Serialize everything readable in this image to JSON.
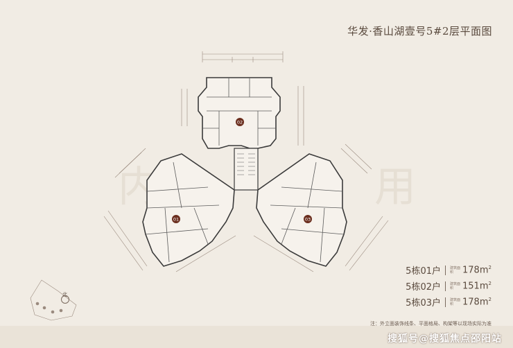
{
  "title": "华发·香山湖壹号5#2层平面图",
  "watermark": [
    "内",
    "用"
  ],
  "units": [
    {
      "id": "01",
      "name": "5栋01户",
      "area_label": "建筑面积",
      "area": "178m",
      "area_sup": "2"
    },
    {
      "id": "02",
      "name": "5栋02户",
      "area_label": "建筑面积",
      "area": "151m",
      "area_sup": "2"
    },
    {
      "id": "03",
      "name": "5栋03户",
      "area_label": "建筑面积",
      "area": "178m",
      "area_sup": "2"
    }
  ],
  "unit_markers": [
    "01",
    "02",
    "03"
  ],
  "north_label": "北",
  "note": "注：外立面装饰线条、平面格局、构架等以现场实际为准",
  "footer": "搜狐号@搜狐焦点邵阳站",
  "colors": {
    "background": "#f1ece4",
    "wall": "#3a3a3a",
    "marker": "#6b2e1e",
    "text": "#5a4a3e"
  }
}
